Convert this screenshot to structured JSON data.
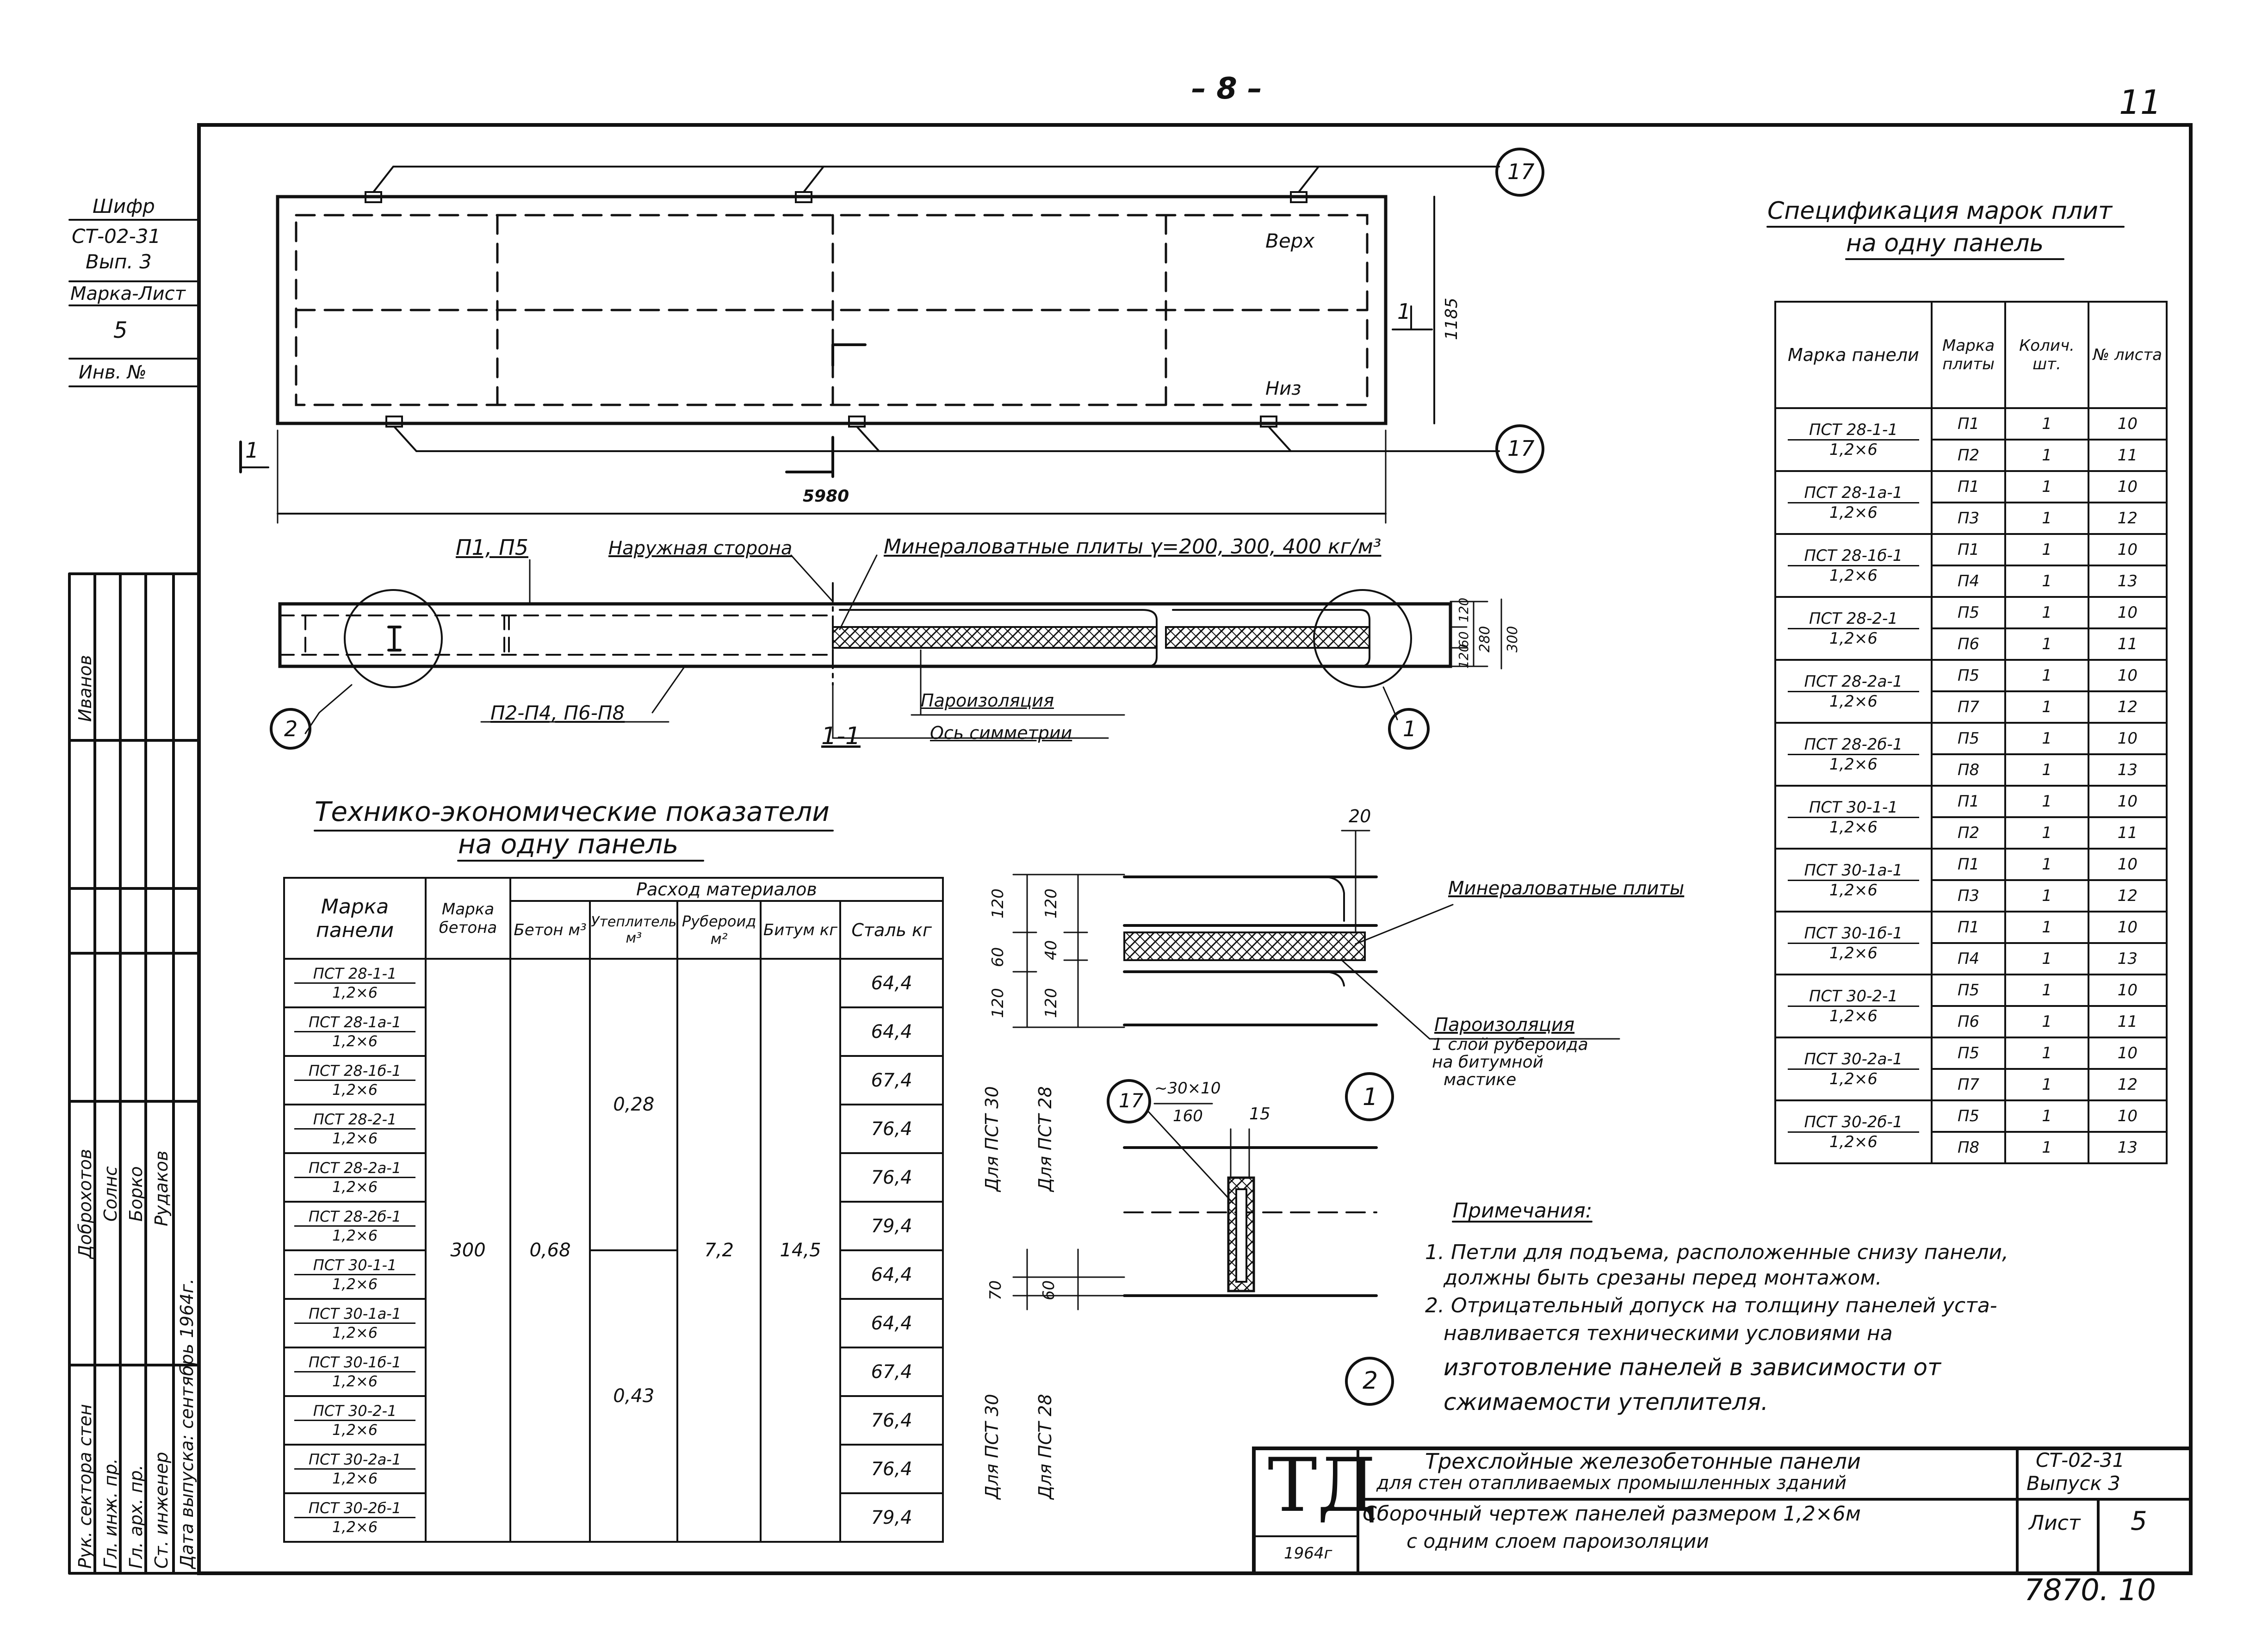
{
  "page_number": "– 8 –",
  "sheet_corner": "11",
  "side_stamp": {
    "shifr_label": "Шифр",
    "code": "СТ-02-31",
    "issue": "Вып. 3",
    "marka_list_label": "Марка-Лист",
    "marka_list_value": "5",
    "inv_label": "Инв. №"
  },
  "signatures": {
    "roles": [
      "Рук. сектора стен",
      "Гл. инж. пр.",
      "Гл. арх. пр.",
      "Ст. инженер",
      "Дата выпуска: сентябрь 1964г."
    ],
    "names": [
      "Доброхотов",
      "Солнс",
      "Борко",
      "Рудаков",
      "Иванов"
    ]
  },
  "plan": {
    "label_top": "Верх",
    "label_bottom": "Низ",
    "dim_length": "5980",
    "dim_height": "1185",
    "callout": "17",
    "section_mark": "1"
  },
  "section": {
    "label_p1p5": "П1, П5",
    "label_outer": "Наружная сторона",
    "label_mineral": "Минераловатные плиты γ=200, 300, 400 кг/м³",
    "label_p2": "П2-П4, П6-П8",
    "label_vapor": "Пароизоляция",
    "label_axis": "Ось симметрии",
    "section_name": "1-1",
    "dims": [
      "120",
      "60",
      "120",
      "280",
      "300"
    ],
    "callout_left": "2",
    "callout_right": "1"
  },
  "detail1": {
    "label_mineral": "Минераловатные плиты",
    "label_vapor": "Пароизоляция",
    "label_vapor2": "1 слой рубероида",
    "label_vapor3": "на битумной",
    "label_vapor4": "мастике",
    "dims_left": [
      "120",
      "60",
      "120"
    ],
    "dims_right": [
      "120",
      "40",
      "120"
    ],
    "top_dim": "20",
    "for_30": "Для ПСТ 30",
    "for_28": "Для ПСТ 28",
    "callout": "1"
  },
  "detail2": {
    "callout17": "17",
    "frac_top": "~30×10",
    "frac_bottom": "160",
    "dim15": "15",
    "dims_left": [
      "70"
    ],
    "dims_right": [
      "60"
    ],
    "for_30": "Для ПСТ 30",
    "for_28": "Для ПСТ 28",
    "callout": "2"
  },
  "tech_table": {
    "title1": "Технико-экономические показатели",
    "title2": "на одну панель",
    "h_marka": "Марка панели",
    "h_beton_marka": "Марка бетона",
    "h_group": "Расход материалов",
    "h_beton": "Бетон м³",
    "h_uteplitel": "Утеплитель м³",
    "h_ruberoid": "Рубероид м²",
    "h_bitum": "Битум кг",
    "h_stal": "Сталь кг",
    "beton_marka": "300",
    "beton": "0,68",
    "uteplitel_28": "0,28",
    "uteplitel_30": "0,43",
    "ruberoid": "7,2",
    "bitum": "14,5",
    "rows": [
      {
        "marka": "ПСТ 28-1-1",
        "size": "1,2×6",
        "stal": "64,4"
      },
      {
        "marka": "ПСТ 28-1а-1",
        "size": "1,2×6",
        "stal": "64,4"
      },
      {
        "marka": "ПСТ 28-1б-1",
        "size": "1,2×6",
        "stal": "67,4"
      },
      {
        "marka": "ПСТ 28-2-1",
        "size": "1,2×6",
        "stal": "76,4"
      },
      {
        "marka": "ПСТ 28-2а-1",
        "size": "1,2×6",
        "stal": "76,4"
      },
      {
        "marka": "ПСТ 28-2б-1",
        "size": "1,2×6",
        "stal": "79,4"
      },
      {
        "marka": "ПСТ 30-1-1",
        "size": "1,2×6",
        "stal": "64,4"
      },
      {
        "marka": "ПСТ 30-1а-1",
        "size": "1,2×6",
        "stal": "64,4"
      },
      {
        "marka": "ПСТ 30-1б-1",
        "size": "1,2×6",
        "stal": "67,4"
      },
      {
        "marka": "ПСТ 30-2-1",
        "size": "1,2×6",
        "stal": "76,4"
      },
      {
        "marka": "ПСТ 30-2а-1",
        "size": "1,2×6",
        "stal": "76,4"
      },
      {
        "marka": "ПСТ 30-2б-1",
        "size": "1,2×6",
        "stal": "79,4"
      }
    ]
  },
  "spec_table": {
    "title1": "Спецификация марок плит",
    "title2": "на одну панель",
    "h_panel": "Марка панели",
    "h_plate": "Марка плиты",
    "h_qty": "Колич. шт.",
    "h_sheet": "№ листа",
    "rows": [
      {
        "panel": "ПСТ 28-1-1",
        "size": "1,2×6",
        "p1": "П1",
        "q1": "1",
        "s1": "10",
        "p2": "П2",
        "q2": "1",
        "s2": "11"
      },
      {
        "panel": "ПСТ 28-1а-1",
        "size": "1,2×6",
        "p1": "П1",
        "q1": "1",
        "s1": "10",
        "p2": "П3",
        "q2": "1",
        "s2": "12"
      },
      {
        "panel": "ПСТ 28-1б-1",
        "size": "1,2×6",
        "p1": "П1",
        "q1": "1",
        "s1": "10",
        "p2": "П4",
        "q2": "1",
        "s2": "13"
      },
      {
        "panel": "ПСТ 28-2-1",
        "size": "1,2×6",
        "p1": "П5",
        "q1": "1",
        "s1": "10",
        "p2": "П6",
        "q2": "1",
        "s2": "11"
      },
      {
        "panel": "ПСТ 28-2а-1",
        "size": "1,2×6",
        "p1": "П5",
        "q1": "1",
        "s1": "10",
        "p2": "П7",
        "q2": "1",
        "s2": "12"
      },
      {
        "panel": "ПСТ 28-2б-1",
        "size": "1,2×6",
        "p1": "П5",
        "q1": "1",
        "s1": "10",
        "p2": "П8",
        "q2": "1",
        "s2": "13"
      },
      {
        "panel": "ПСТ 30-1-1",
        "size": "1,2×6",
        "p1": "П1",
        "q1": "1",
        "s1": "10",
        "p2": "П2",
        "q2": "1",
        "s2": "11"
      },
      {
        "panel": "ПСТ 30-1а-1",
        "size": "1,2×6",
        "p1": "П1",
        "q1": "1",
        "s1": "10",
        "p2": "П3",
        "q2": "1",
        "s2": "12"
      },
      {
        "panel": "ПСТ 30-1б-1",
        "size": "1,2×6",
        "p1": "П1",
        "q1": "1",
        "s1": "10",
        "p2": "П4",
        "q2": "1",
        "s2": "13"
      },
      {
        "panel": "ПСТ 30-2-1",
        "size": "1,2×6",
        "p1": "П5",
        "q1": "1",
        "s1": "10",
        "p2": "П6",
        "q2": "1",
        "s2": "11"
      },
      {
        "panel": "ПСТ 30-2а-1",
        "size": "1,2×6",
        "p1": "П5",
        "q1": "1",
        "s1": "10",
        "p2": "П7",
        "q2": "1",
        "s2": "12"
      },
      {
        "panel": "ПСТ 30-2б-1",
        "size": "1,2×6",
        "p1": "П5",
        "q1": "1",
        "s1": "10",
        "p2": "П8",
        "q2": "1",
        "s2": "13"
      }
    ]
  },
  "notes": {
    "title": "Примечания:",
    "n1a": "1. Петли для подъема, расположенные снизу панели,",
    "n1b": "должны быть срезаны перед монтажом.",
    "n2a": "2. Отрицательный допуск на толщину панелей уста-",
    "n2b": "навливается техническими условиями на",
    "n2c": "изготовление панелей в зависимости от",
    "n2d": "сжимаемости утеплителя."
  },
  "title_block": {
    "logo": "ТД",
    "year": "1964г",
    "title1": "Трехслойные железобетонные панели",
    "title2": "для стен отапливаемых промышленных зданий",
    "code": "СТ-02-31",
    "issue": "Выпуск 3",
    "subtitle1": "Сборочный чертеж панелей размером 1,2×6м",
    "subtitle2": "с одним слоем пароизоляции",
    "list_label": "Лист",
    "list_value": "5",
    "archive": "7870. 10"
  }
}
